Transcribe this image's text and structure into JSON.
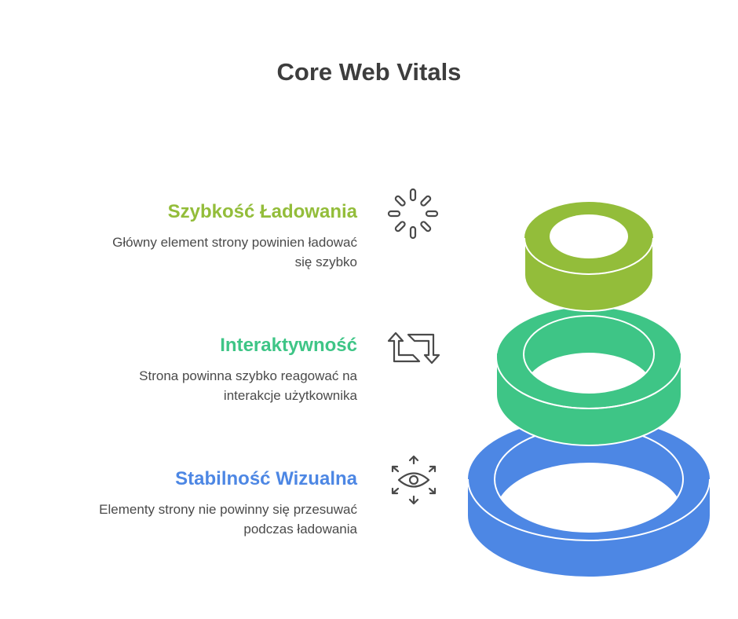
{
  "title": "Core Web Vitals",
  "items": [
    {
      "heading": "Szybkość Ładowania",
      "text_line1": "Główny element strony powinien ładować",
      "text_line2": "się szybko",
      "color": "#93bd3a",
      "icon": "loading-spinner-icon"
    },
    {
      "heading": "Interaktywność",
      "text_line1": "Strona powinna szybko reagować na",
      "text_line2": "interakcje użytkownika",
      "color": "#3ec586",
      "icon": "repeat-arrows-icon"
    },
    {
      "heading": "Stabilność Wizualna",
      "text_line1": "Elementy strony nie powinny się przesuwać",
      "text_line2": "podczas ładowania",
      "color": "#4d87e4",
      "icon": "eye-arrows-icon"
    }
  ]
}
